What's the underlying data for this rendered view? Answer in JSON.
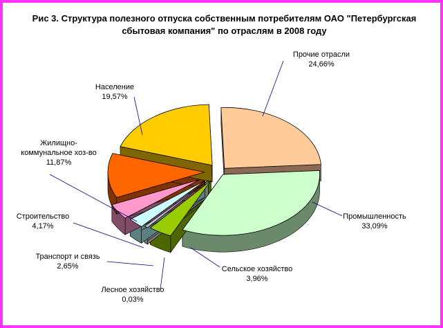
{
  "chart_data": {
    "type": "pie",
    "title_lines": [
      "Рис 3. Структура полезного отпуска собственным потребителям ОАО \"Петербургская",
      "сбытовая компания\" по отраслям в 2008 году"
    ],
    "slices": [
      {
        "name": "Прочие отрасли",
        "value": 24.66,
        "label": "24,66%",
        "color": "#ffcc99",
        "side": "#8b6a55"
      },
      {
        "name": "Промышленность",
        "value": 33.09,
        "label": "33,09%",
        "color": "#ccffcc",
        "side": "#6b8a6b"
      },
      {
        "name": "Сельское хозяйство",
        "value": 3.96,
        "label": "3,96%",
        "color": "#99cc00",
        "side": "#4d6600"
      },
      {
        "name": "Лесное хозяйство",
        "value": 0.03,
        "label": "0,03%",
        "color": "#c0c0c0",
        "side": "#777777"
      },
      {
        "name": "Транспорт и связь",
        "value": 2.65,
        "label": "2,65%",
        "color": "#ccffff",
        "side": "#5b8080"
      },
      {
        "name": "Строительство",
        "value": 4.17,
        "label": "4,17%",
        "color": "#ff99cc",
        "side": "#804c66"
      },
      {
        "name": "Жилищно-коммунальное хоз-во",
        "label_lines": [
          "Жилищно-",
          "коммунальное хоз-во"
        ],
        "value": 11.87,
        "label": "11,87%",
        "color": "#ff6600",
        "side": "#803300"
      },
      {
        "name": "Население",
        "value": 19.57,
        "label": "19,57%",
        "color": "#ffcc00",
        "side": "#806600"
      }
    ]
  }
}
